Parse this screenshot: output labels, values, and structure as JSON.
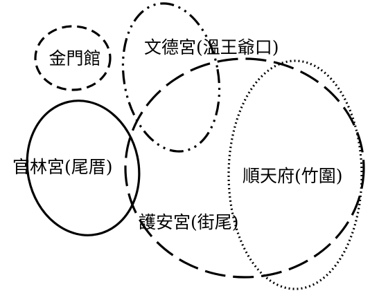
{
  "diagram": {
    "regions": [
      {
        "id": "jinmenguan",
        "label": "金門館",
        "border_style": "dashed-short"
      },
      {
        "id": "wendegong",
        "label": "文德宮(溫王爺口)",
        "border_style": "dash-dot-dot"
      },
      {
        "id": "guanlingong",
        "label": "官林宮(尾厝)",
        "border_style": "solid"
      },
      {
        "id": "huangong",
        "label": "護安宮(街尾)",
        "border_style": "dashed-long"
      },
      {
        "id": "shuntianfu",
        "label": "順天府(竹圍)",
        "border_style": "dotted"
      }
    ],
    "colors": {
      "stroke": "#000000",
      "background": "#ffffff"
    }
  }
}
